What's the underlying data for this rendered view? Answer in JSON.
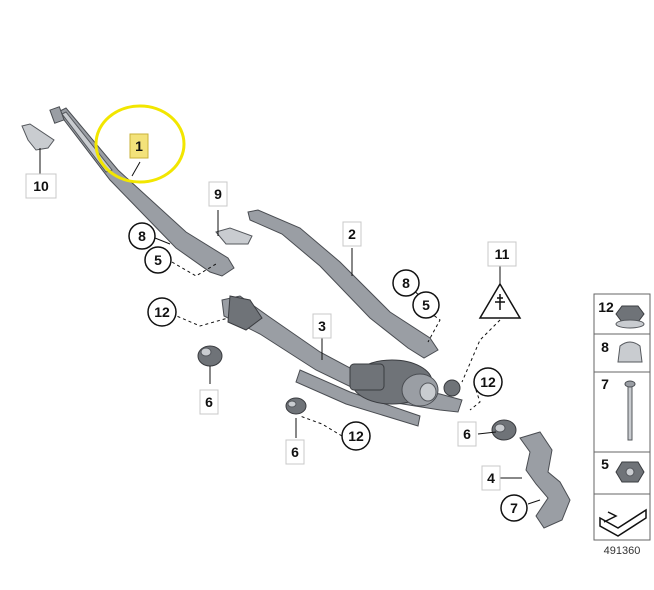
{
  "callouts": {
    "c1": "1",
    "c2": "2",
    "c3": "3",
    "c4": "4",
    "c5a": "5",
    "c5b": "5",
    "c6a": "6",
    "c6b": "6",
    "c6c": "6",
    "c7": "7",
    "c8a": "8",
    "c8b": "8",
    "c9": "9",
    "c10": "10",
    "c11": "11",
    "c12a": "12",
    "c12b": "12",
    "c12c": "12"
  },
  "legend": {
    "items": [
      "12",
      "8",
      "7",
      "5"
    ]
  },
  "diagram_id": "491360",
  "colors": {
    "highlight_box": "#f3e27a",
    "highlight_circle": "#f2e600"
  }
}
